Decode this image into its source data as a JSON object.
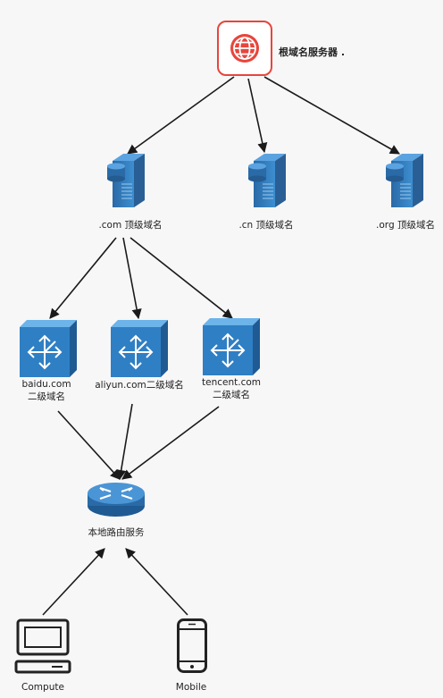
{
  "root": {
    "label": "根域名服务器 .",
    "icon": "globe-icon",
    "color": "#e8453c"
  },
  "tld_servers": [
    {
      "label": ".com 顶级域名",
      "icon": "server-icon"
    },
    {
      "label": ".cn 顶级域名",
      "icon": "server-icon"
    },
    {
      "label": ".org 顶级域名",
      "icon": "server-icon"
    }
  ],
  "second_level": [
    {
      "line1": "baidu.com",
      "line2": "二级域名",
      "icon": "switch-icon"
    },
    {
      "line1": "aliyun.com二级域名",
      "line2": "",
      "icon": "switch-icon"
    },
    {
      "line1": "tencent.com",
      "line2": "二级域名",
      "icon": "switch-icon"
    }
  ],
  "router": {
    "label": "本地路由服务",
    "icon": "router-icon"
  },
  "clients": [
    {
      "label": "Compute",
      "icon": "computer-icon"
    },
    {
      "label": "Mobile",
      "icon": "mobile-phone-icon"
    }
  ],
  "colors": {
    "device_blue": "#2f6fab",
    "device_light": "#3d8fd1",
    "arrow": "#1a1a1a"
  }
}
